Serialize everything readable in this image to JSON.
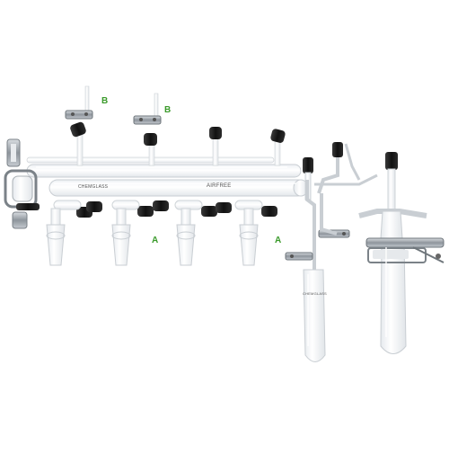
{
  "photo": {
    "labels": {
      "b_left": "B",
      "b_right": "B",
      "a_left": "A",
      "a_right": "A"
    },
    "brand_texts": {
      "manifold_left": "CHEMGLASS",
      "manifold_center": "AIRFREE",
      "flask": "CHEMGLASS"
    },
    "colors": {
      "background": "#ffffff",
      "glass_outline": "#c9ced3",
      "glass_fill": "#f6f8fa",
      "stopcock_black": "#1b1b1b",
      "clamp_metal": "#9aa0a6",
      "label_green": "#3a9a2a"
    }
  }
}
